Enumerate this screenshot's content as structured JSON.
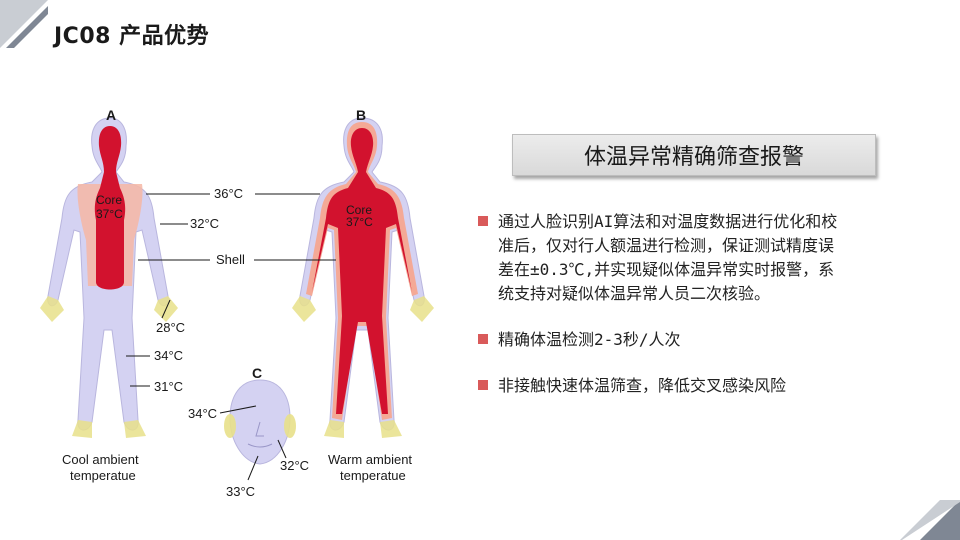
{
  "page": {
    "title": "JC08 产品优势"
  },
  "figure": {
    "labels": {
      "a": "A",
      "b": "B",
      "c": "C",
      "core": "Core",
      "core_temp": "37°C",
      "t36": "36°C",
      "t32": "32°C",
      "shell": "Shell",
      "t28": "28°C",
      "t34": "34°C",
      "t31": "31°C",
      "c34": "34°C",
      "c32": "32°C",
      "c33": "33°C",
      "cool_line1": "Cool ambient",
      "cool_line2": "temperatue",
      "warm_line1": "Warm ambient",
      "warm_line2": "temperatue"
    },
    "colors": {
      "body": "#d4d2f2",
      "core": "#d2122e",
      "shell_warm": "#f4a996",
      "hands": "#e8e08a"
    }
  },
  "section": {
    "heading": "体温异常精确筛查报警"
  },
  "bullets": [
    {
      "line1": "通过人脸识别AI算法和对温度数据进行优化和校",
      "line2": "准后，仅对行人额温进行检测，保证测试精度误",
      "line3": "差在±0.3℃,并实现疑似体温异常实时报警，系",
      "line4": "统支持对疑似体温异常人员二次核验。"
    },
    {
      "line1": "精确体温检测2-3秒/人次"
    },
    {
      "line1": "非接触快速体温筛查，降低交叉感染风险"
    }
  ],
  "colors": {
    "bullet": "#d95a5a",
    "accent_gray": "#7f8794"
  }
}
